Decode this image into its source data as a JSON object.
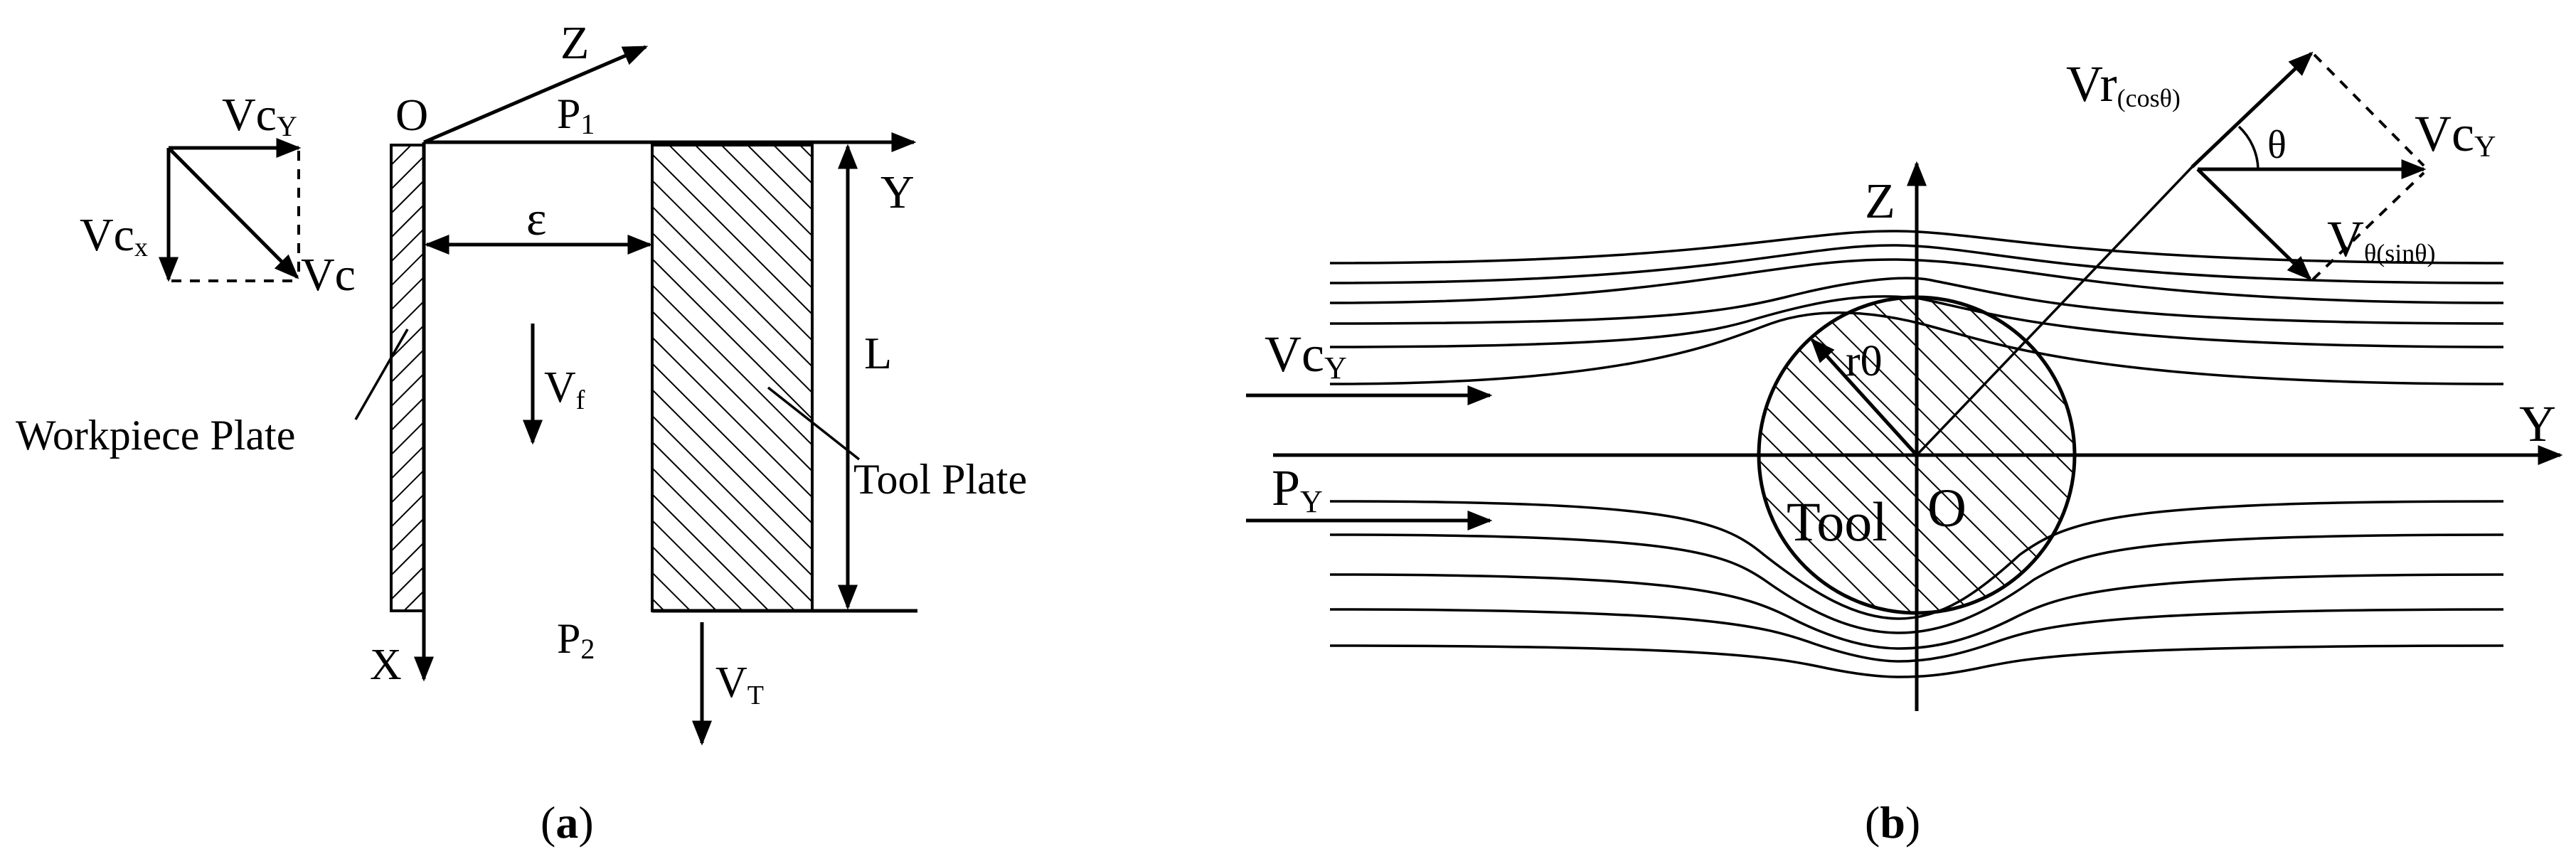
{
  "panel_a": {
    "caption_open": "(",
    "caption_letter": "a",
    "caption_close": ")",
    "labels": {
      "origin": "O",
      "z_axis": "Z",
      "y_axis": "Y",
      "x_axis": "X",
      "p1_base": "P",
      "p1_sub": "1",
      "p2_base": "P",
      "p2_sub": "2",
      "gap": "ε",
      "length": "L",
      "vf_base": "V",
      "vf_sub": "f",
      "vt_base": "V",
      "vt_sub": "T",
      "vcy_base": "Vc",
      "vcy_sub": "Y",
      "vcx_base": "Vc",
      "vcx_sub": "x",
      "vc": "Vc",
      "workpiece": "Workpiece Plate",
      "tool": "Tool Plate"
    }
  },
  "panel_b": {
    "caption_open": "(",
    "caption_letter": "b",
    "caption_close": ")",
    "labels": {
      "z_axis": "Z",
      "y_axis": "Y",
      "origin": "O",
      "tool": "Tool",
      "radius": "r0",
      "vcy_in_base": "Vc",
      "vcy_in_sub": "Y",
      "py_base": "P",
      "py_sub": "Y",
      "vr_base": "Vr",
      "vr_sub": "(cosθ)",
      "theta": "θ",
      "vcy_out_base": "Vc",
      "vcy_out_sub": "Y",
      "vtheta_base": "V",
      "vtheta_sub": "θ(sinθ)"
    }
  }
}
